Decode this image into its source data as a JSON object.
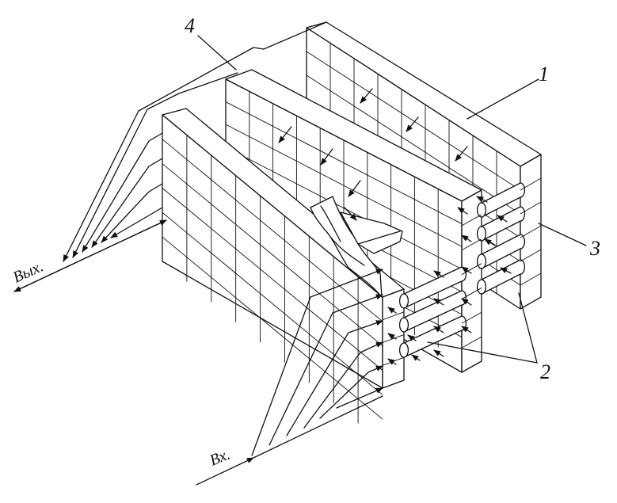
{
  "labels": {
    "one": "1",
    "two": "2",
    "three": "3",
    "four": "4",
    "outlet": "Вых.",
    "inlet": "Вх."
  }
}
